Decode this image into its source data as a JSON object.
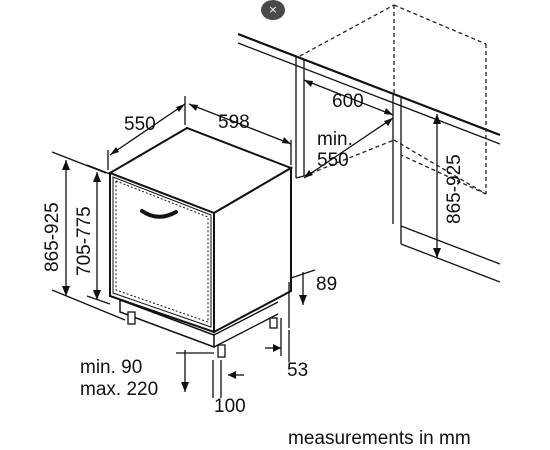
{
  "close_button": {
    "icon": "close-icon",
    "symbol": "×"
  },
  "labels": {
    "width": "550",
    "depth": "598",
    "niche_width": "600",
    "niche_depth_line1": "min.",
    "niche_depth_line2": "550",
    "niche_height": "865-925",
    "total_height": "865-925",
    "body_height": "705-775",
    "plinth_height": "89",
    "plinth_depth": "53",
    "foot_min": "min. 90",
    "foot_max": "max. 220",
    "foot_offset": "100"
  },
  "caption": "measurements in mm"
}
